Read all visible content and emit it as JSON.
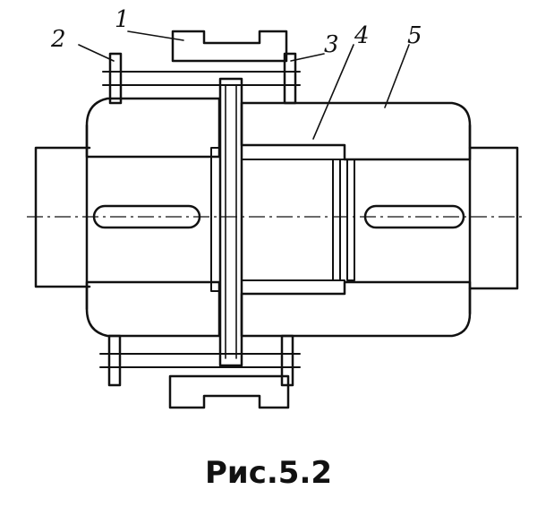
{
  "figure": {
    "caption": "Рис.5.2",
    "part_labels": [
      "1",
      "2",
      "3",
      "4",
      "5"
    ]
  },
  "colors": {
    "ink": "#111111",
    "paper": "#ffffff"
  }
}
